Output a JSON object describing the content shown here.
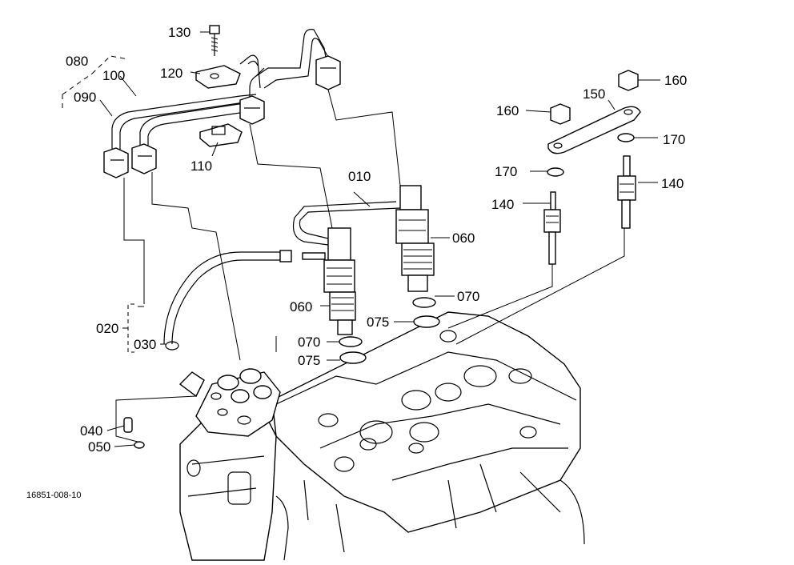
{
  "reference_code": "16851-008-10",
  "labels": {
    "p010": "010",
    "p020": "020",
    "p030": "030",
    "p040": "040",
    "p050": "050",
    "p060a": "060",
    "p060b": "060",
    "p070a": "070",
    "p070b": "070",
    "p075a": "075",
    "p075b": "075",
    "p080": "080",
    "p090": "090",
    "p100": "100",
    "p110": "110",
    "p120": "120",
    "p130": "130",
    "p140a": "140",
    "p140b": "140",
    "p150": "150",
    "p160a": "160",
    "p160b": "160",
    "p170a": "170",
    "p170b": "170"
  }
}
